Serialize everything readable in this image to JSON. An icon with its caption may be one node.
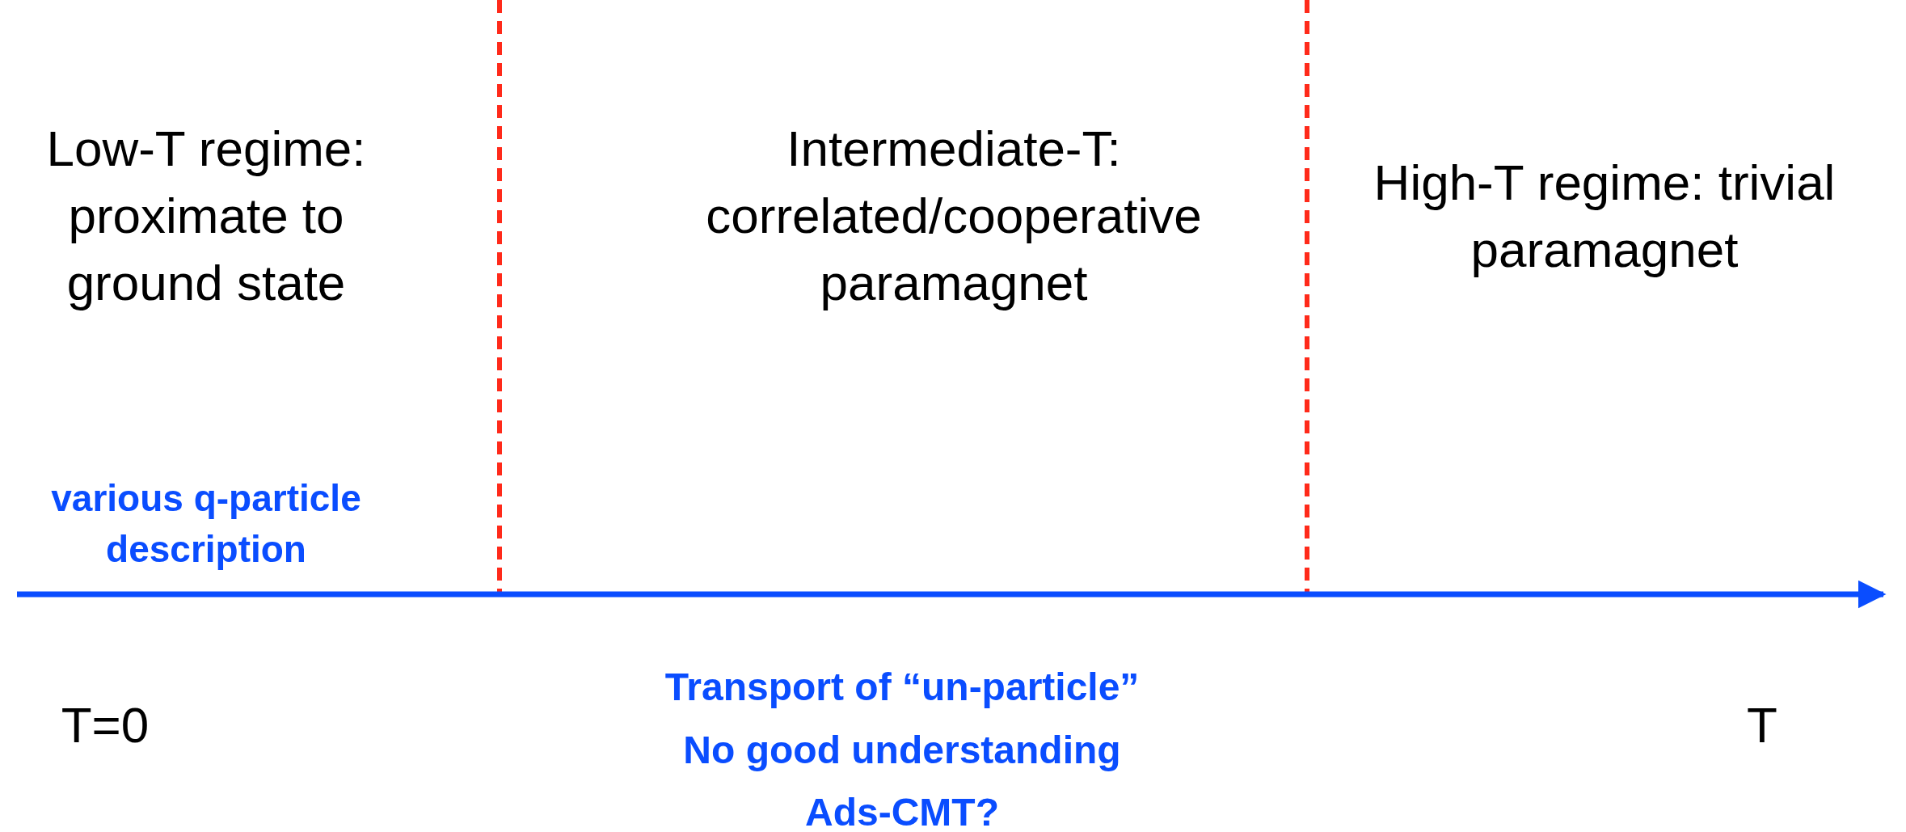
{
  "diagram": {
    "labels": [
      "Low-T regime: proximate to ground state",
      "Intermediate-T: correlated/cooperative paramagnet",
      "High-T regime: trivial paramagnet",
      "various q-particle description",
      "T=0",
      "Transport of “un-particle”",
      "No good understanding",
      "Ads-CMT?",
      "T"
    ]
  }
}
